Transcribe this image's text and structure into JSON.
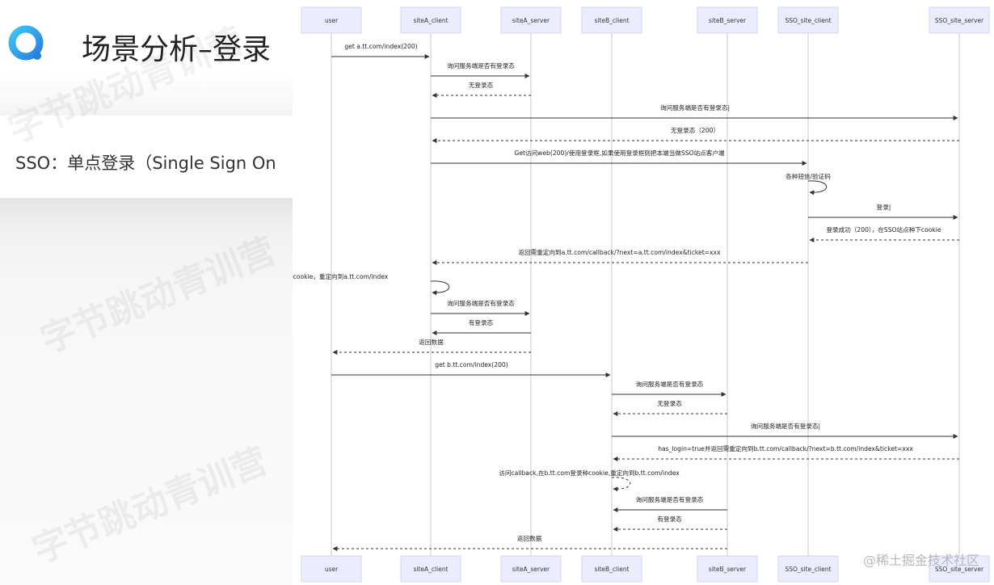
{
  "slide": {
    "title": "场景分析–登录",
    "body": "SSO：单点登录（Single Sign On",
    "watermark": "字节跳动青训营",
    "logo_icon": "bytedance-camp-logo"
  },
  "footer": {
    "watermark": "@稀土掘金技术社区"
  },
  "participants": [
    "user",
    "siteA_client",
    "siteA_server",
    "siteB_client",
    "siteB_server",
    "SSO_site_client",
    "SSO_site_server"
  ],
  "messages": [
    {
      "from": 0,
      "to": 1,
      "label": "get a.tt.com/index(200)",
      "dashed": false
    },
    {
      "from": 1,
      "to": 2,
      "label": "询问服务端是否有登录态",
      "dashed": false
    },
    {
      "from": 2,
      "to": 1,
      "label": "无登录态",
      "dashed": true
    },
    {
      "from": 1,
      "to": 6,
      "label": "询问服务端是否有登录态|",
      "dashed": false
    },
    {
      "from": 6,
      "to": 1,
      "label": "无登录态（200）",
      "dashed": true
    },
    {
      "from": 1,
      "to": 5,
      "label": "Get访问web(200)/使用登录框,如果使用登录框则把本端当做SSO站点客户端",
      "dashed": false
    },
    {
      "from": 5,
      "to": 5,
      "label": "各种短信/验证码",
      "dashed": false,
      "self": true
    },
    {
      "from": 5,
      "to": 6,
      "label": "登录|",
      "dashed": false
    },
    {
      "from": 6,
      "to": 5,
      "label": "登录成功（200），在SSO站点种下cookie",
      "dashed": true
    },
    {
      "from": 5,
      "to": 1,
      "label": "返回需重定向到a.tt.com/callback/?next=a.tt.com/index&ticket=xxx",
      "dashed": true
    },
    {
      "from": 1,
      "to": 1,
      "label": "在a.tt.com种cookie，重定向到a.tt.com/index",
      "dashed": false,
      "self": true
    },
    {
      "from": 1,
      "to": 2,
      "label": "询问服务端是否有登录态",
      "dashed": false
    },
    {
      "from": 2,
      "to": 1,
      "label": "有登录态",
      "dashed": false
    },
    {
      "from": 2,
      "to": 0,
      "label": "返回数据",
      "dashed": true
    },
    {
      "from": 0,
      "to": 3,
      "label": "get b.tt.com/index(200)",
      "dashed": false
    },
    {
      "from": 3,
      "to": 4,
      "label": "询问服务端是否有登录态",
      "dashed": false
    },
    {
      "from": 4,
      "to": 3,
      "label": "无登录态",
      "dashed": true
    },
    {
      "from": 3,
      "to": 6,
      "label": "询问服务端是否有登录态|",
      "dashed": false
    },
    {
      "from": 6,
      "to": 3,
      "label": "has_login=true并返回需重定向到b.tt.com/callback/?next=b.tt.com/index&ticket=xxx",
      "dashed": true
    },
    {
      "from": 3,
      "to": 3,
      "label": "访问callback,在b.tt.com登录种cookie,重定向到b.tt.com/index",
      "dashed": true,
      "self": true
    },
    {
      "from": 4,
      "to": 3,
      "label": "询问服务端是否有登录态",
      "dashed": false
    },
    {
      "from": 4,
      "to": 3,
      "label": "有登录态",
      "dashed": true
    },
    {
      "from": 4,
      "to": 0,
      "label": "返回数据",
      "dashed": true
    }
  ]
}
